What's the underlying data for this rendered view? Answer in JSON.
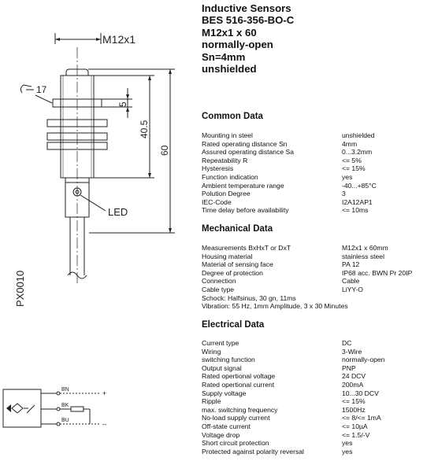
{
  "title_lines": [
    "Inductive Sensors",
    "BES 516-356-BO-C",
    "M12x1 x 60",
    "normally-open",
    "Sn=4mm",
    "unshielded"
  ],
  "drawing": {
    "thread_label": "M12x1",
    "wrench_label": "17",
    "dim_5": "5",
    "dim_40_5": "40.5",
    "dim_60": "60",
    "led_label": "LED",
    "part_code": "PX0010"
  },
  "wiring": {
    "bn": "BN",
    "bk": "BK",
    "bu": "BU",
    "plus": "+",
    "minus": "–"
  },
  "sections": [
    {
      "heading": "Common Data",
      "rows": [
        {
          "k": "Mounting in steel",
          "v": "unshielded"
        },
        {
          "k": "Rated operating distance Sn",
          "v": "4mm"
        },
        {
          "k": "Assured operating distance Sa",
          "v": "0...3.2mm"
        },
        {
          "k": "Repeatability R",
          "v": "<= 5%"
        },
        {
          "k": "Hysteresis",
          "v": "<= 15%"
        },
        {
          "k": "Function indication",
          "v": "yes"
        },
        {
          "k": "Ambient temperature range",
          "v": "-40...+85°C"
        },
        {
          "k": "Polution Degree",
          "v": "3"
        },
        {
          "k": "IEC-Code",
          "v": "I2A12AP1"
        },
        {
          "k": "Time delay before availability",
          "v": "<= 10ms"
        }
      ]
    },
    {
      "heading": "Mechanical Data",
      "rows": [
        {
          "k": "Measurements BxHxT or DxT",
          "v": "M12x1 x 60mm"
        },
        {
          "k": "Housing material",
          "v": "stainless steel"
        },
        {
          "k": "Material of sensing face",
          "v": "PA 12"
        },
        {
          "k": "Degree of protection",
          "v": "IP68 acc. BWN Pr 20IP"
        },
        {
          "k": "Connection",
          "v": "Cable"
        },
        {
          "k": "Cable type",
          "v": "LiYY-O"
        },
        {
          "k": "Schock: Halfsinus, 30 gn, 11ms",
          "v": ""
        },
        {
          "k": "Vibration: 55 Hz, 1mm Amplitude, 3 x 30 Minutes",
          "v": ""
        }
      ]
    },
    {
      "heading": "Electrical Data",
      "rows": [
        {
          "k": "Current type",
          "v": "DC"
        },
        {
          "k": "Wiring",
          "v": "3-Wire"
        },
        {
          "k": "switching function",
          "v": "normally-open"
        },
        {
          "k": "Output signal",
          "v": "PNP"
        },
        {
          "k": "Rated opertional voltage",
          "v": "24 DCV"
        },
        {
          "k": "Rated opertional current",
          "v": "200mA"
        },
        {
          "k": "Supply voltage",
          "v": "10...30 DCV"
        },
        {
          "k": "Ripple",
          "v": "<= 15%"
        },
        {
          "k": "max. switching frequency",
          "v": "1500Hz"
        },
        {
          "k": "No-load supply current",
          "v": "<= 8/<= 1mA"
        },
        {
          "k": "Off-state current",
          "v": "<= 10µA"
        },
        {
          "k": "Voltage drop",
          "v": "<= 1.5/-V"
        },
        {
          "k": "Short circuit protection",
          "v": "yes"
        },
        {
          "k": "Protected against polarity reversal",
          "v": "yes"
        }
      ]
    }
  ]
}
